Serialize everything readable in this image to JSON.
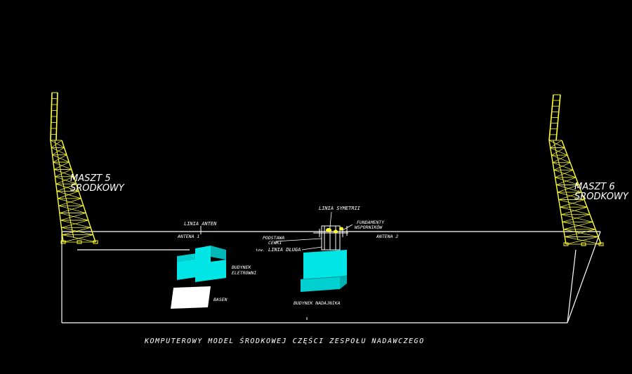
{
  "colors": {
    "background": "#000000",
    "mast": "#ffff33",
    "building": "#00e6e6",
    "building_shade": "#00b8b8",
    "basin": "#ffffff",
    "lines": "#ffffff"
  },
  "labels": {
    "mast_left_line1": "MASZT 5",
    "mast_left_line2": "ŚRODKOWY",
    "mast_right_line1": "MASZT 6",
    "mast_right_line2": "ŚRODKOWY",
    "linia_anten": "LINIA ANTEN",
    "antena_1": "ANTENA 1",
    "antena_2": "ANTENA 2",
    "linia_symetrii": "LINIA SYMETRII",
    "fundamenty_line1": "FUNDAMENTY",
    "fundamenty_line2": "WSPORNIKÓW",
    "podstawa_line1": "PODSTAWA",
    "podstawa_line2": "CEWKI",
    "linia_dluga": "LINIA DŁUGA",
    "linia_dluga_prefix": "tzw.",
    "budynek_elektrowni_line1": "BUDYNEK",
    "budynek_elektrowni_line2": "ELETROWNI",
    "basen": "BASEN",
    "budynek_nadajnika": "BUDYNEK NADAJNIKA"
  },
  "caption": "KOMPUTEROWY MODEL ŚRODKOWEJ CZĘŚCI ZESPOŁU NADAWCZEGO"
}
